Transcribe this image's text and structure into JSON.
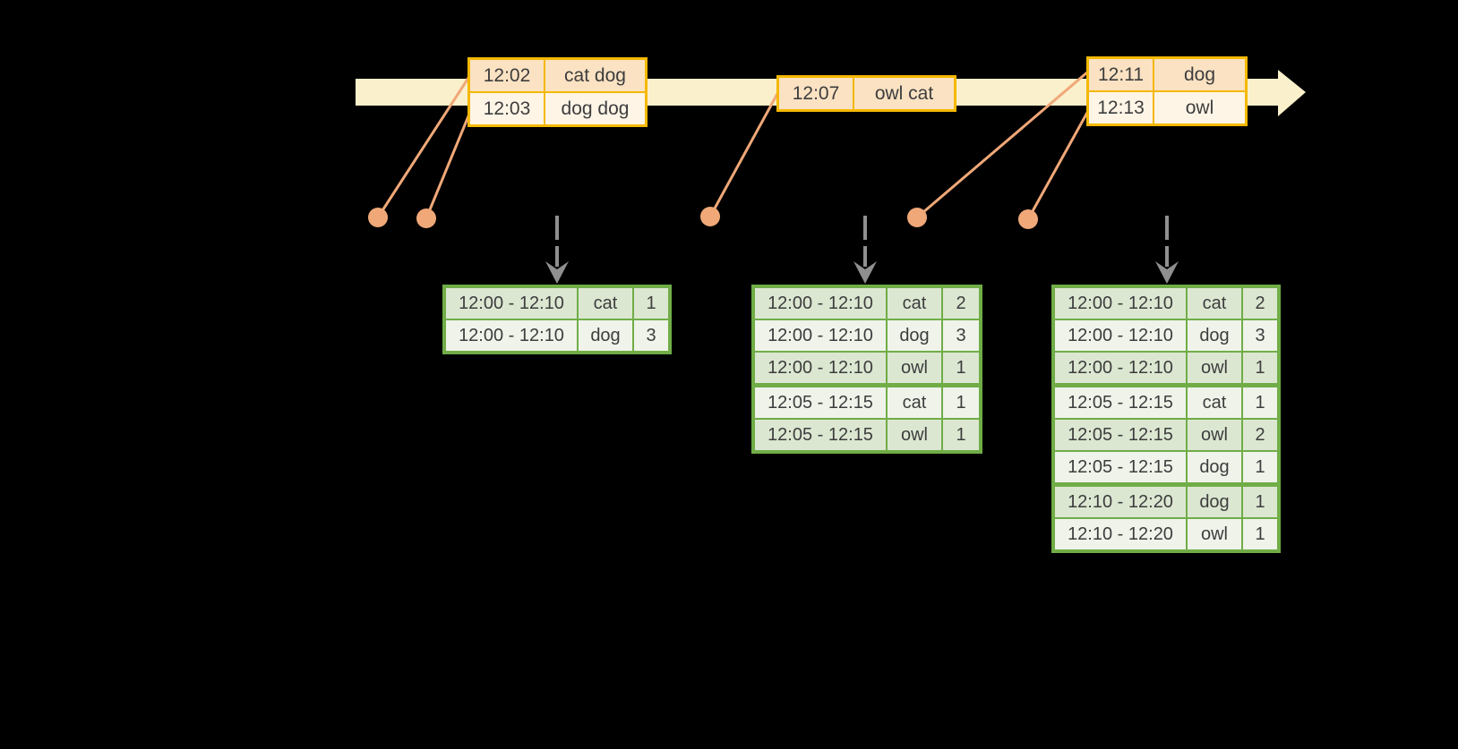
{
  "colors": {
    "background": "#000000",
    "timeline_band": "#FAF0CB",
    "event_table_border": "#F5B800",
    "event_row_peach": "#FBE2C3",
    "event_row_cream": "#FEF5E7",
    "event_marker": "#F0A878",
    "trigger_arrow_gray": "#8F8F8F",
    "result_table_border": "#70AD47",
    "result_row_dark": "#DCE7D2",
    "result_row_light": "#EFF3EA",
    "table_text": "#3d3d3d"
  },
  "event_tables": [
    {
      "rows": [
        {
          "time": "12:02",
          "words": "cat dog"
        },
        {
          "time": "12:03",
          "words": "dog dog"
        }
      ]
    },
    {
      "rows": [
        {
          "time": "12:07",
          "words": "owl cat"
        }
      ]
    },
    {
      "rows": [
        {
          "time": "12:11",
          "words": "dog"
        },
        {
          "time": "12:13",
          "words": "owl"
        }
      ]
    }
  ],
  "result_tables": [
    {
      "rows": [
        {
          "window": "12:00 - 12:10",
          "word": "cat",
          "count": "1"
        },
        {
          "window": "12:00 - 12:10",
          "word": "dog",
          "count": "3"
        }
      ]
    },
    {
      "rows": [
        {
          "window": "12:00 - 12:10",
          "word": "cat",
          "count": "2"
        },
        {
          "window": "12:00 - 12:10",
          "word": "dog",
          "count": "3"
        },
        {
          "window": "12:00 - 12:10",
          "word": "owl",
          "count": "1"
        },
        {
          "window": "12:05 - 12:15",
          "word": "cat",
          "count": "1"
        },
        {
          "window": "12:05 - 12:15",
          "word": "owl",
          "count": "1"
        }
      ]
    },
    {
      "rows": [
        {
          "window": "12:00 - 12:10",
          "word": "cat",
          "count": "2"
        },
        {
          "window": "12:00 - 12:10",
          "word": "dog",
          "count": "3"
        },
        {
          "window": "12:00 - 12:10",
          "word": "owl",
          "count": "1"
        },
        {
          "window": "12:05 - 12:15",
          "word": "cat",
          "count": "1"
        },
        {
          "window": "12:05 - 12:15",
          "word": "owl",
          "count": "2"
        },
        {
          "window": "12:05 - 12:15",
          "word": "dog",
          "count": "1"
        },
        {
          "window": "12:10 - 12:20",
          "word": "dog",
          "count": "1"
        },
        {
          "window": "12:10 - 12:20",
          "word": "owl",
          "count": "1"
        }
      ]
    }
  ]
}
